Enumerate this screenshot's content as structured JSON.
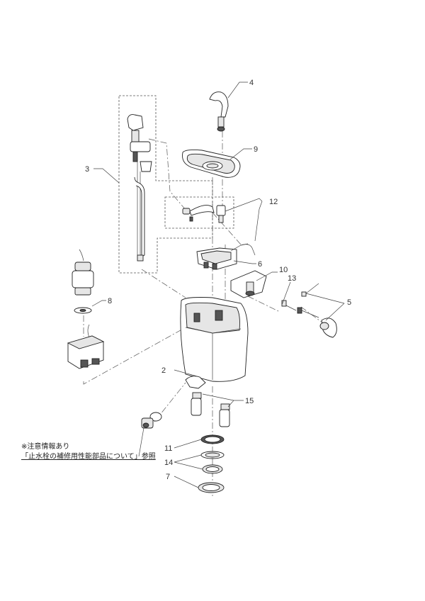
{
  "callouts": {
    "c2": "2",
    "c3": "3",
    "c4": "4",
    "c5": "5",
    "c6": "6",
    "c7": "7",
    "c8": "8",
    "c9": "9",
    "c10": "10",
    "c11": "11",
    "c12": "12",
    "c13": "13",
    "c14": "14",
    "c15": "15"
  },
  "note": {
    "line1": "※注意情報あり",
    "line2": "「止水栓の補修用性能部品について」参照"
  }
}
